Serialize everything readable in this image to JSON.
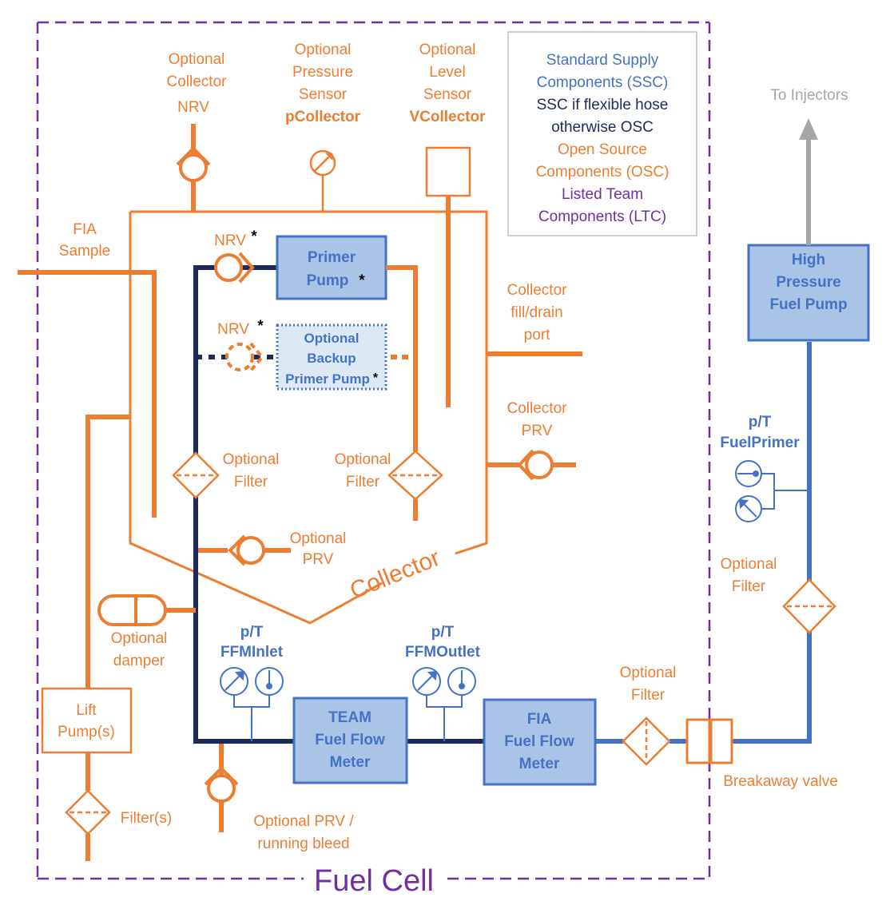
{
  "title": "Fuel Cell",
  "colors": {
    "ssc": "#4472C4",
    "ssc_flex": "#1F2A5C",
    "osc": "#ED7D31",
    "ltc": "#7030A0",
    "injector_arrow": "#A6A6A6",
    "component_fill": "#A9C4E6"
  },
  "legend": {
    "ssc": [
      "Standard Supply",
      "Components (SSC)"
    ],
    "ssc_flex": [
      "SSC if flexible hose",
      "otherwise OSC"
    ],
    "osc": [
      "Open Source",
      "Components (OSC)"
    ],
    "ltc": [
      "Listed Team",
      "Components (LTC)"
    ]
  },
  "labels": {
    "collector_nrv": [
      "Optional",
      "Collector",
      "NRV"
    ],
    "pressure_sensor": [
      "Optional",
      "Pressure",
      "Sensor"
    ],
    "pressure_sensor_name": "pCollector",
    "level_sensor": [
      "Optional",
      "Level",
      "Sensor"
    ],
    "level_sensor_name": "VCollector",
    "to_injectors": "To Injectors",
    "fia_sample": [
      "FIA",
      "Sample"
    ],
    "nrv_primary": "NRV",
    "nrv_backup": "NRV",
    "asterisk": "*",
    "primer_pump": [
      "Primer",
      "Pump"
    ],
    "backup_primer_pump": [
      "Optional",
      "Backup",
      "Primer Pump"
    ],
    "fill_drain_port": [
      "Collector",
      "fill/drain",
      "port"
    ],
    "collector_prv": [
      "Collector",
      "PRV"
    ],
    "filter_left": [
      "Optional",
      "Filter"
    ],
    "filter_right": [
      "Optional",
      "Filter"
    ],
    "optional_prv": [
      "Optional",
      "PRV"
    ],
    "collector": "Collector",
    "damper": [
      "Optional",
      "damper"
    ],
    "lift_pump": [
      "Lift",
      "Pump(s)"
    ],
    "filters": "Filter(s)",
    "pt_ffm_inlet": [
      "p/T",
      "FFMInlet"
    ],
    "pt_ffm_outlet": [
      "p/T",
      "FFMOutlet"
    ],
    "team_ffm": [
      "TEAM",
      "Fuel Flow",
      "Meter"
    ],
    "fia_ffm": [
      "FIA",
      "Fuel Flow",
      "Meter"
    ],
    "prv_bleed": [
      "Optional PRV /",
      "running bleed"
    ],
    "filter_bottom": [
      "Optional",
      "Filter"
    ],
    "breakaway_valve": "Breakaway valve",
    "hp_pump": [
      "High",
      "Pressure",
      "Fuel Pump"
    ],
    "pt_fuel_primer": [
      "p/T",
      "FuelPrimer"
    ],
    "filter_hp": [
      "Optional",
      "Filter"
    ],
    "fuel_cell": "Fuel Cell"
  }
}
